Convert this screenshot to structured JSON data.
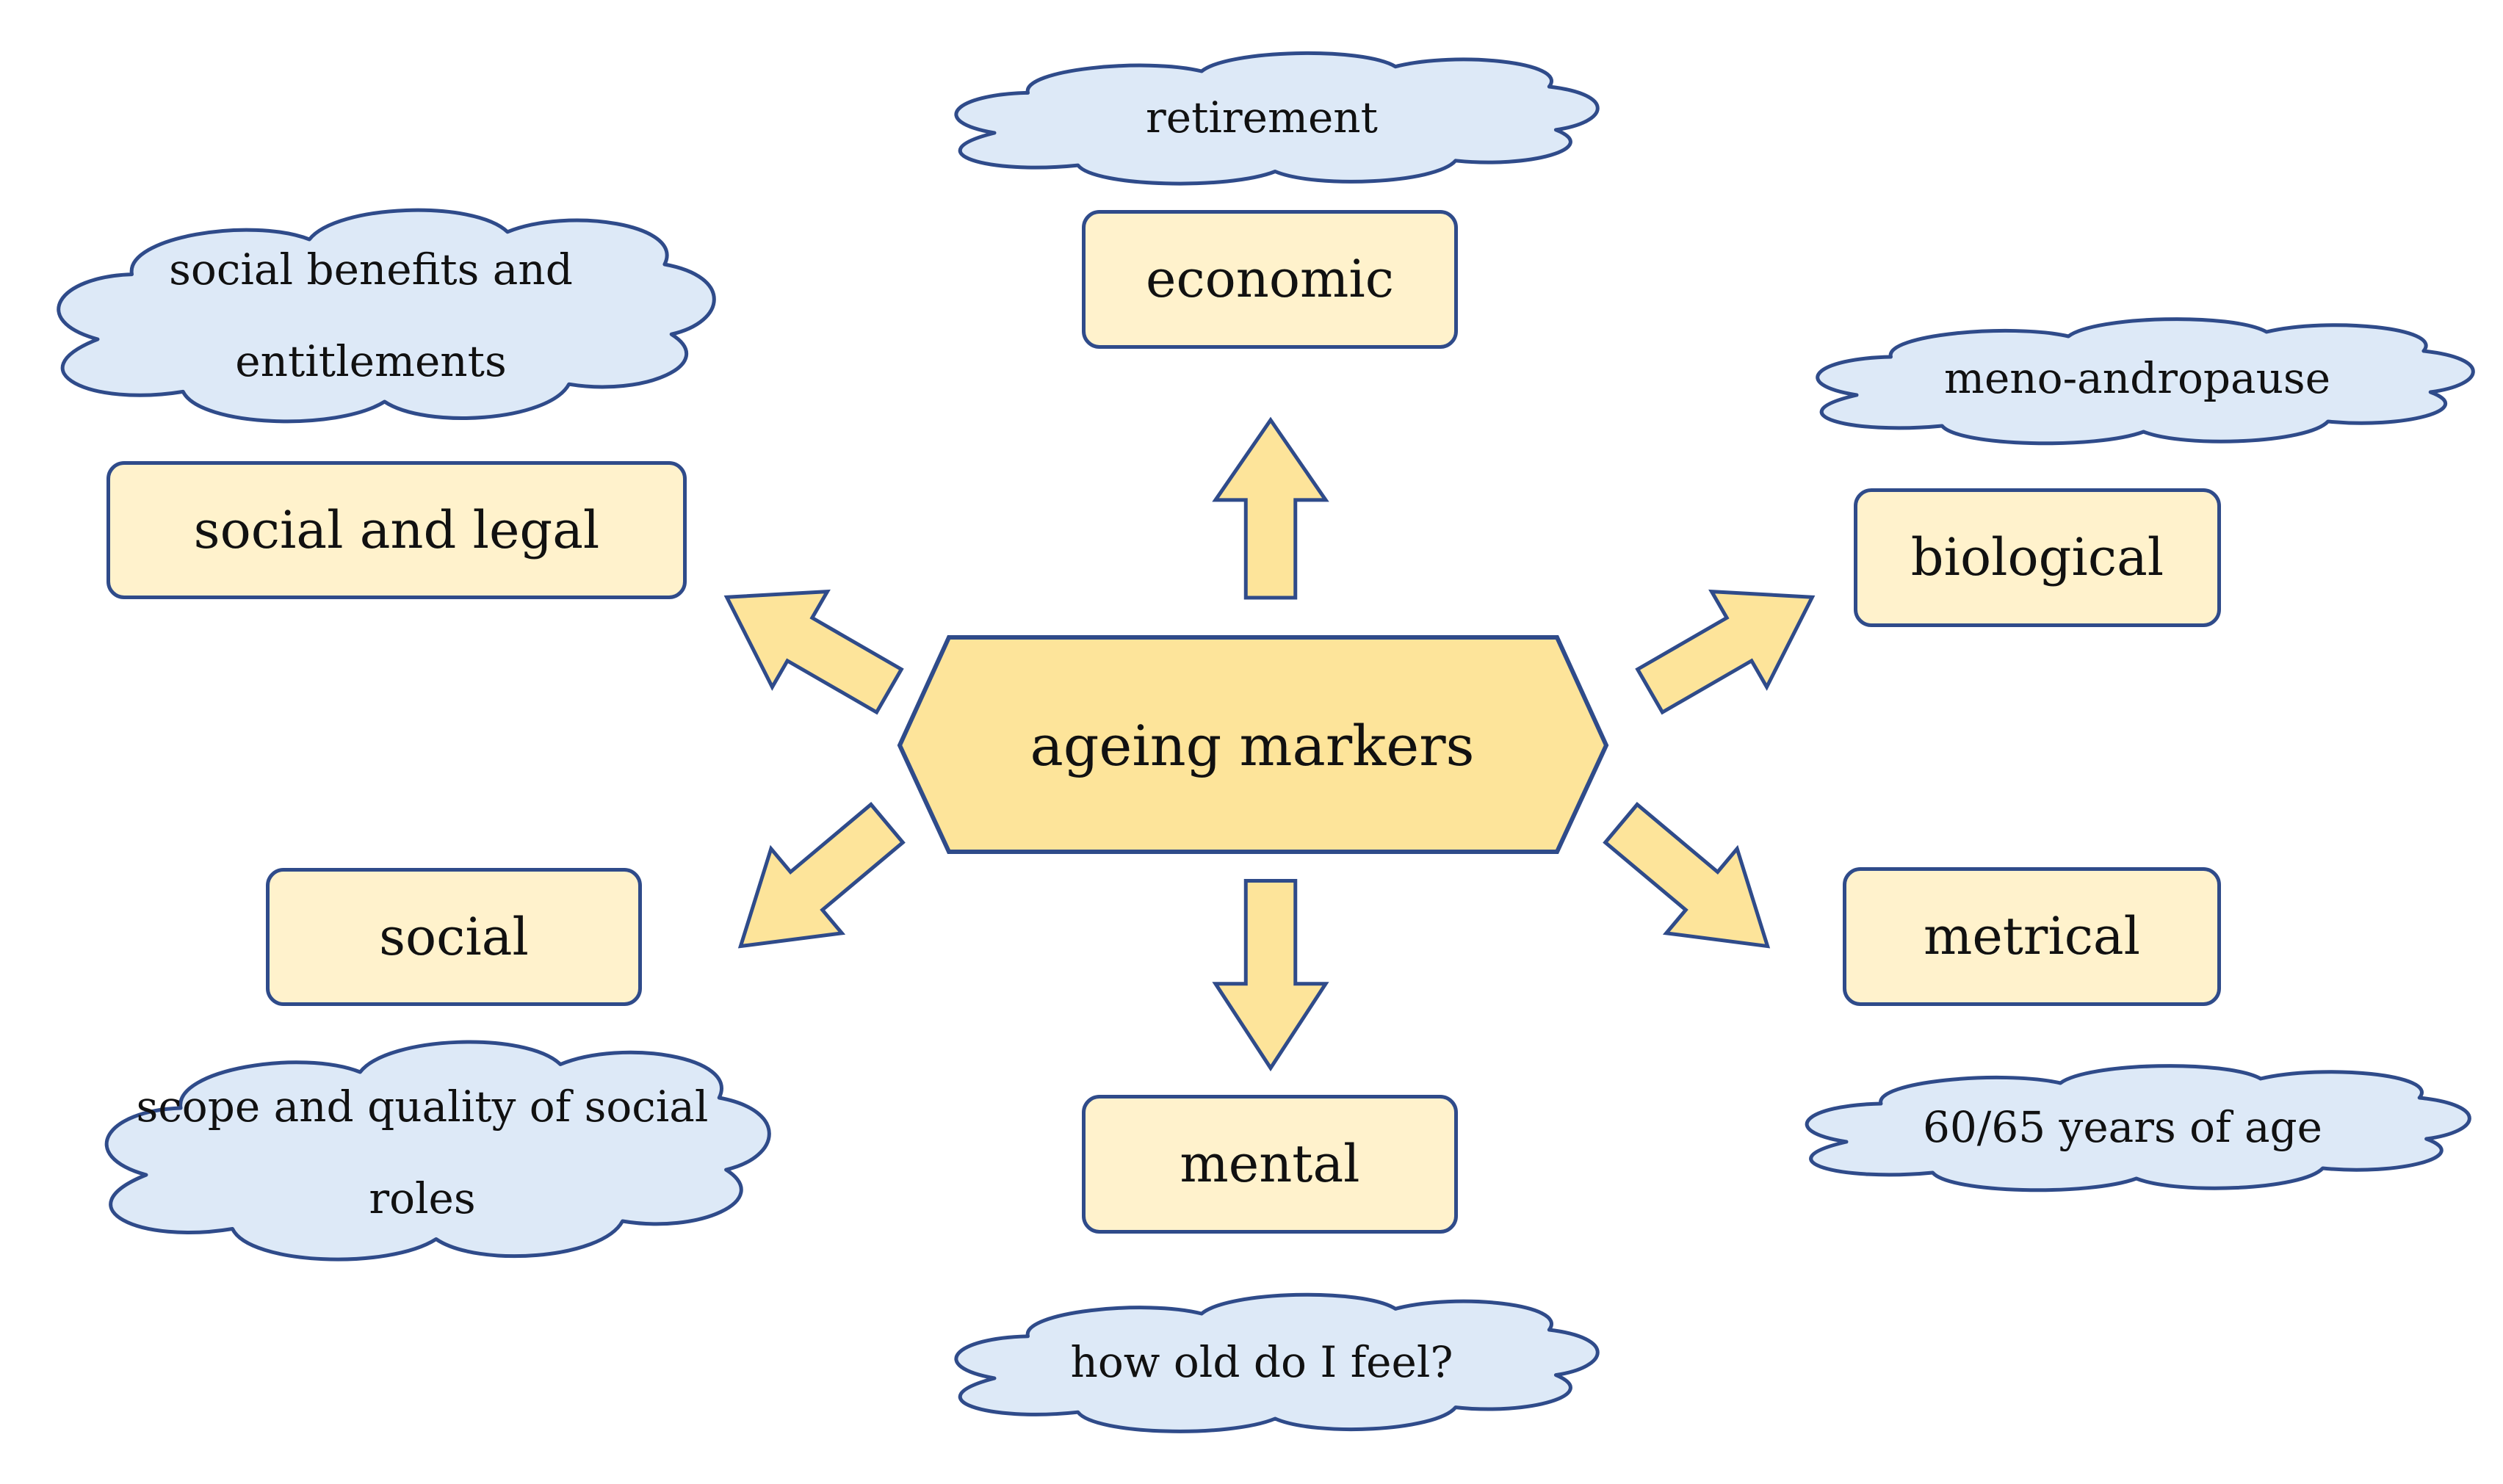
{
  "center": {
    "label": "ageing markers"
  },
  "categories": {
    "economic": {
      "label": "economic",
      "marker": "retirement"
    },
    "social_legal": {
      "label": "social and legal",
      "marker": "social benefits and entitlements"
    },
    "biological": {
      "label": "biological",
      "marker": "meno-andropause"
    },
    "social": {
      "label": "social",
      "marker": "scope and quality of social roles"
    },
    "mental": {
      "label": "mental",
      "marker": "how old do I feel?"
    },
    "metrical": {
      "label": "metrical",
      "marker": "60/65 years of age"
    }
  },
  "colors": {
    "box_fill": "#fff2cc",
    "center_fill": "#fde49a",
    "cloud_fill": "#dde9f7",
    "outline": "#2f4b8a"
  }
}
